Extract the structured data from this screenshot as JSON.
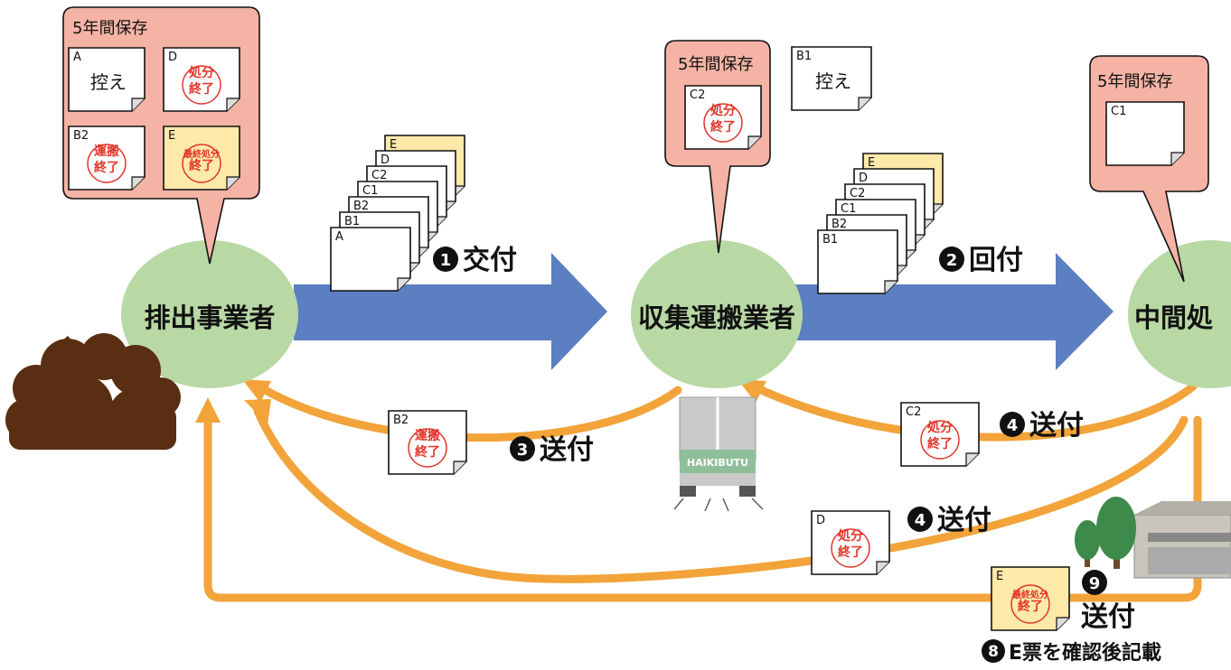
{
  "storage_label": "5年間保存",
  "actors": {
    "generator": "排出事業者",
    "collector": "収集運搬業者",
    "intermediate": "中間処"
  },
  "steps": {
    "s1": {
      "num": "1",
      "label": "交付"
    },
    "s2": {
      "num": "2",
      "label": "回付"
    },
    "s3": {
      "num": "3",
      "label": "送付"
    },
    "s4a": {
      "num": "4",
      "label": "送付"
    },
    "s4b": {
      "num": "4",
      "label": "送付"
    },
    "s9": {
      "num": "9",
      "label": "送付"
    },
    "s8": {
      "num": "8",
      "label": "E票を確認後記載"
    }
  },
  "slips": {
    "A": "A",
    "B1": "B1",
    "B2": "B2",
    "C1": "C1",
    "C2": "C2",
    "D": "D",
    "E": "E"
  },
  "copy_text": "控え",
  "stamps": {
    "shobun": [
      "処分",
      "終了"
    ],
    "unpan": [
      "運搬",
      "終了"
    ],
    "saishu": [
      "最終処分",
      "終了"
    ]
  },
  "truck_text": "HAIKIBUTU",
  "colors": {
    "arrow_blue": "#5b7fc1",
    "actor_green": "#b8d8a4",
    "bubble_pink": "#f4b3a4",
    "return_orange": "#f2a33a",
    "slip_yellow": "#fde9a8",
    "stamp_red": "#e2352a",
    "waste_brown": "#5a2e12"
  }
}
